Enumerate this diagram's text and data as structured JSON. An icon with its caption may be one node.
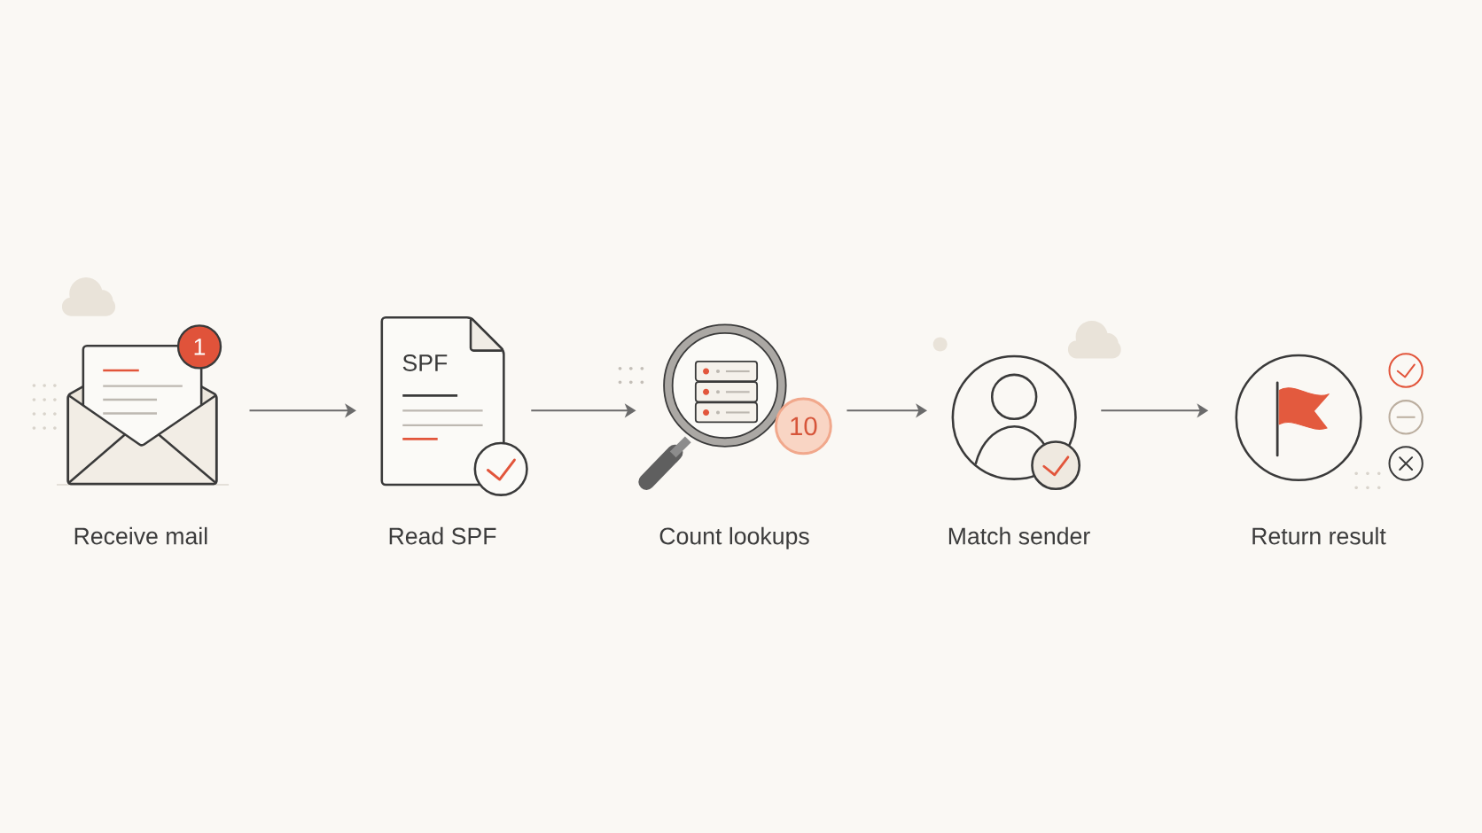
{
  "diagram": {
    "nodes": [
      {
        "text": [
          "1"
        ],
        "beside": [
          "Receive mail"
        ]
      },
      {
        "text": [
          "SPF"
        ],
        "beside": [
          "Read SPF"
        ]
      },
      {
        "text": [
          "10"
        ],
        "beside": [
          "Count lookups"
        ]
      },
      {
        "text": [],
        "shape": "person",
        "beside": [
          "Match sender"
        ]
      },
      {
        "text": [],
        "shape": "picture",
        "beside": [
          "Return result"
        ]
      }
    ],
    "edges": [
      {
        "from": 0,
        "to": 1,
        "arrow": "to"
      },
      {
        "from": 1,
        "to": 2,
        "arrow": "to"
      },
      {
        "from": 2,
        "to": 3,
        "arrow": "to"
      },
      {
        "from": 3,
        "to": 4,
        "arrow": "to"
      }
    ]
  }
}
